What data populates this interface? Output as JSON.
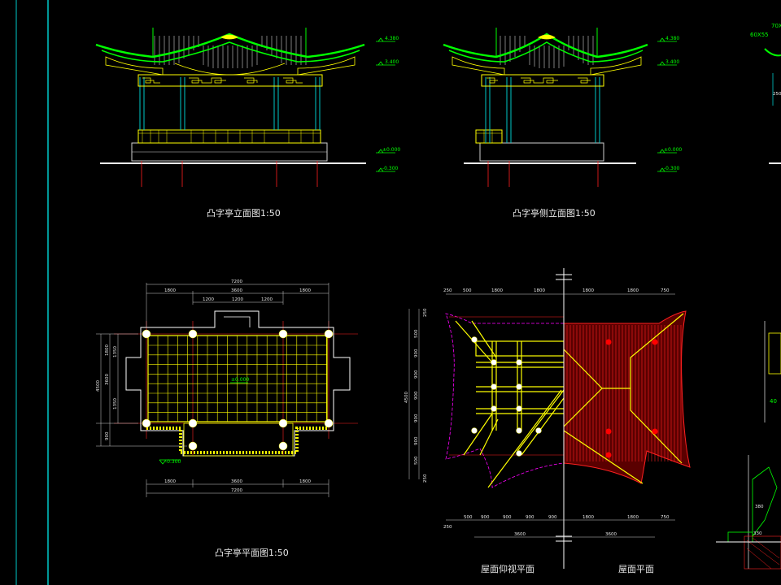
{
  "titles": {
    "front_elevation": "凸字亭立面图1:50",
    "side_elevation": "凸字亭侧立面图1:50",
    "plan": "凸字亭平面图1:50",
    "roof_ceiling_plan": "屋面仰视平面",
    "roof_plan": "屋面平面"
  },
  "levels": {
    "top": "4.380",
    "eave": "3.400",
    "ground": "±0.000",
    "base": "-0.300",
    "plan_level": "-0.300"
  },
  "plan_dims": {
    "overall": "7200",
    "top_row": [
      "1800",
      "3600",
      "1800"
    ],
    "inner_row": [
      "1200",
      "1200",
      "1200"
    ],
    "bottom_row": [
      "1800",
      "3600",
      "1800"
    ],
    "bottom_overall": "7200",
    "left_overall": "4500",
    "left_col": [
      "1800",
      "3600",
      "900"
    ],
    "left_inner": [
      "1350",
      "1350"
    ],
    "center_label": "±0.000"
  },
  "roof_dims": {
    "top_row": [
      "250",
      "500",
      "1800",
      "1800",
      "1800",
      "1800",
      "750"
    ],
    "bottom_row": [
      "500",
      "900",
      "900",
      "900",
      "900",
      "1800",
      "1800",
      "750"
    ],
    "bottom_totals": [
      "3600",
      "3600"
    ],
    "left_col": [
      "250",
      "500",
      "900",
      "900",
      "900",
      "900",
      "900",
      "500",
      "250"
    ],
    "left_total": "4500",
    "bottom_left": "250"
  },
  "detail_labels": {
    "beam1": "60X55",
    "beam2": "70X",
    "dim1": "250",
    "dim2": "40",
    "dim3": "380",
    "dim4": "330"
  }
}
